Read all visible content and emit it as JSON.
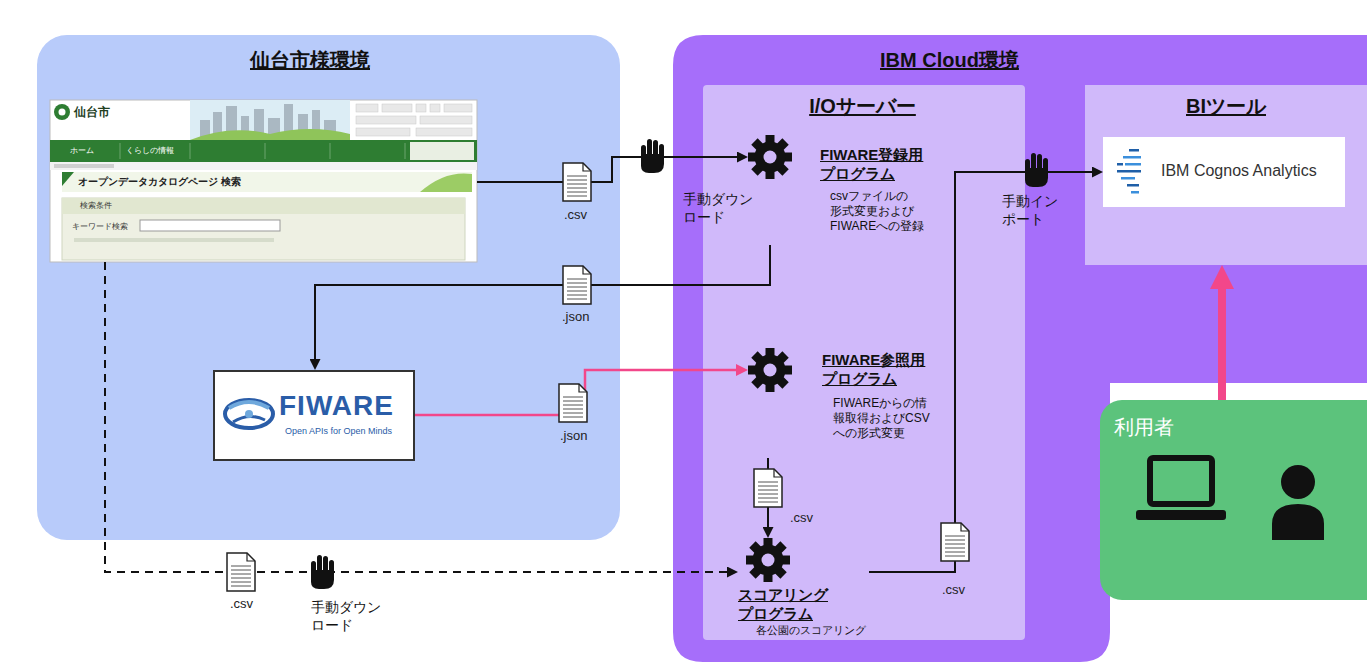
{
  "diagram": {
    "nodes": [
      {
        "text": [
          "仙台市様環境"
        ]
      },
      {
        "text": [
          "仙台市",
          "ホーム",
          "くらしの情報",
          "オープンデータカタログページ 検索",
          "検索条件",
          "キーワード検索"
        ],
        "in": 0
      },
      {
        "text": [
          "FIWARE",
          "Open APIs for Open Minds"
        ],
        "in": 0
      },
      {
        "text": [
          "IBM Cloud環境"
        ]
      },
      {
        "text": [
          "I/Oサーバー"
        ],
        "in": 3
      },
      {
        "text": [
          "FIWARE登録用 プログラム",
          "csvファイルの 形式変更および FIWAREへの登録"
        ],
        "in": 4
      },
      {
        "text": [
          "FIWARE参照用 プログラム",
          "FIWAREからの情 報取得およびCSV への形式変更"
        ],
        "in": 4
      },
      {
        "text": [
          "スコアリング プログラム",
          "各公園のスコアリング"
        ],
        "in": 4
      },
      {
        "text": [
          "BIツール"
        ],
        "in": 3
      },
      {
        "text": [
          "IBM Cognos Analytics"
        ],
        "in": 8
      },
      {
        "text": [
          "利用者"
        ]
      }
    ],
    "edges": [
      {
        "from": 1,
        "to": 5,
        "arrow": "to",
        "label": ".csv"
      },
      {
        "from": 5,
        "to": 2,
        "arrow": "to",
        "label": ".json"
      },
      {
        "from": 2,
        "to": 6,
        "arrow": "to",
        "label": ".json"
      },
      {
        "from": 6,
        "to": 7,
        "arrow": "to",
        "label": ".csv"
      },
      {
        "from": 1,
        "to": 7,
        "arrow": "to",
        "label": ".csv"
      },
      {
        "from": 7,
        "to": 9,
        "arrow": "to",
        "label": ".csv"
      },
      {
        "from": 10,
        "to": 8,
        "arrow": "to"
      }
    ],
    "labels": [
      "手動ダウン ロード",
      "手動イン ポート",
      "手動ダウン ロード"
    ]
  }
}
